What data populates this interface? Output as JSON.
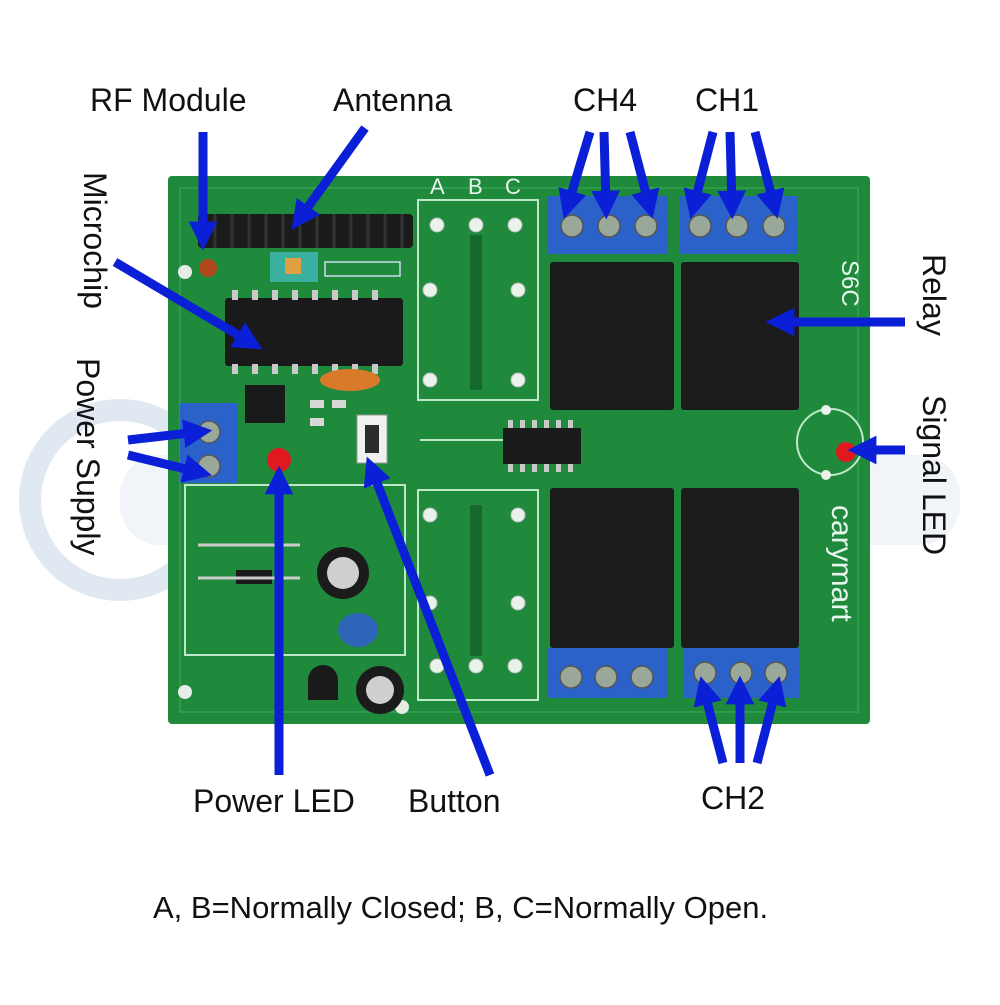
{
  "labels": {
    "rf_module": "RF Module",
    "antenna": "Antenna",
    "ch4": "CH4",
    "ch1": "CH1",
    "ch2": "CH2",
    "microchip": "Microchip",
    "power_supply": "Power Supply",
    "relay": "Relay",
    "signal_led": "Signal LED",
    "power_led": "Power LED",
    "button": "Button"
  },
  "board": {
    "brand": "carymart",
    "model": "S6C",
    "terminal_letters": {
      "a": "A",
      "b": "B",
      "c": "C"
    }
  },
  "legend": "A, B=Normally Closed; B, C=Normally Open.",
  "colors": {
    "pcb": "#1f8a3c",
    "pcb_dark": "#15692c",
    "arrow": "#0a1fd6",
    "terminal": "#2a62c9",
    "relay": "#1c1c1c",
    "led": "#e0191f",
    "watermark": "#c7d5e8"
  }
}
